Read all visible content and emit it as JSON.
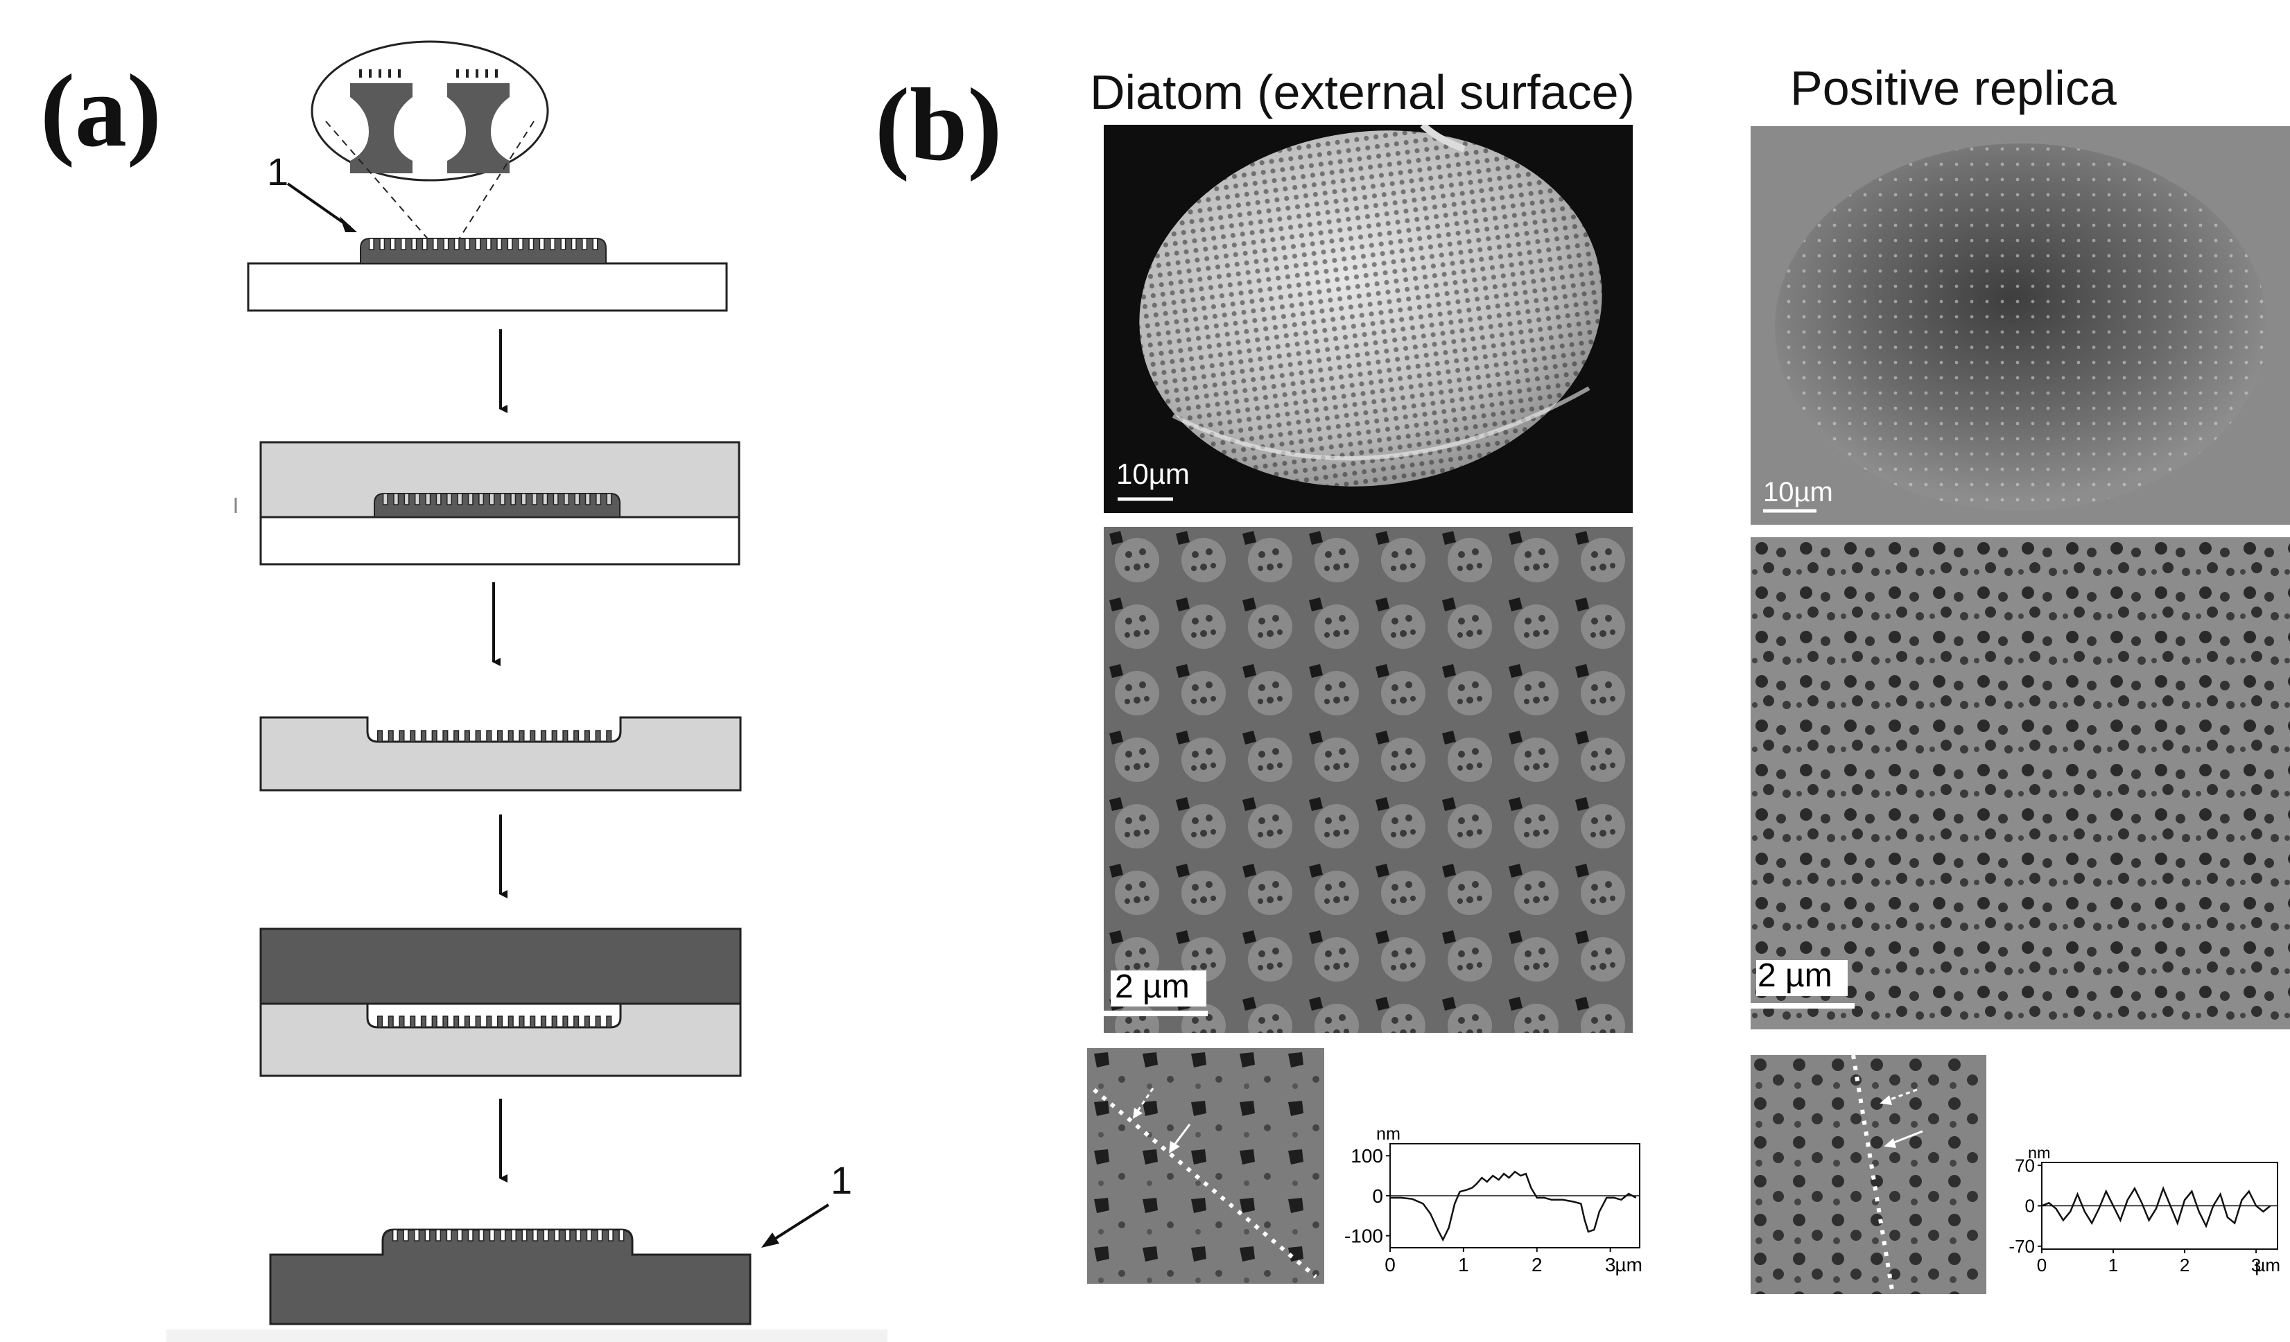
{
  "panel_a": {
    "label": "(a)",
    "callout_top": "1",
    "callout_bottom": "1"
  },
  "panel_b": {
    "label": "(b)",
    "col_left_title": "Diatom (external surface)",
    "col_right_title": "Positive replica",
    "sem_left_scale": "10µm",
    "sem_right_scale": "10µm",
    "afm_left_scale": "2 µm",
    "afm_right_scale": "2 µm"
  },
  "colors": {
    "dark_fill": "#5a5a5a",
    "light_fill": "#d4d4d4",
    "outline": "#222222"
  },
  "chart_data": [
    {
      "type": "line",
      "ylabel": "nm",
      "xlabel": "µm",
      "x_ticks": [
        "0",
        "1",
        "2",
        "3"
      ],
      "y_ticks": [
        "100",
        "0",
        "-100"
      ],
      "xlim": [
        0,
        3.4
      ],
      "ylim": [
        -130,
        130
      ],
      "series": [
        {
          "x": [
            0,
            0.15,
            0.3,
            0.45,
            0.55,
            0.65,
            0.72,
            0.8,
            0.88,
            0.95,
            1.05,
            1.12,
            1.18,
            1.25,
            1.32,
            1.4,
            1.48,
            1.55,
            1.62,
            1.7,
            1.78,
            1.85,
            1.92,
            2.0,
            2.1,
            2.2,
            2.35,
            2.5,
            2.6,
            2.65,
            2.7,
            2.78,
            2.85,
            2.95,
            3.05,
            3.15,
            3.25,
            3.35
          ],
          "y": [
            -5,
            -5,
            -8,
            -20,
            -45,
            -85,
            -110,
            -80,
            -20,
            10,
            15,
            20,
            30,
            45,
            35,
            50,
            40,
            55,
            45,
            60,
            50,
            55,
            20,
            -5,
            -5,
            -10,
            -10,
            -15,
            -20,
            -60,
            -90,
            -85,
            -40,
            -5,
            -5,
            -10,
            5,
            -5
          ]
        }
      ]
    },
    {
      "type": "line",
      "ylabel": "nm",
      "xlabel": "µm",
      "x_ticks": [
        "0",
        "1",
        "2",
        "3"
      ],
      "y_ticks": [
        "70",
        "0",
        "-70"
      ],
      "xlim": [
        0,
        3.3
      ],
      "ylim": [
        -75,
        75
      ],
      "series": [
        {
          "x": [
            0,
            0.1,
            0.2,
            0.3,
            0.4,
            0.5,
            0.6,
            0.7,
            0.8,
            0.9,
            1.0,
            1.1,
            1.2,
            1.3,
            1.4,
            1.5,
            1.6,
            1.7,
            1.8,
            1.9,
            2.0,
            2.1,
            2.2,
            2.3,
            2.4,
            2.5,
            2.6,
            2.7,
            2.8,
            2.9,
            3.0,
            3.1,
            3.2
          ],
          "y": [
            0,
            5,
            -5,
            -25,
            -10,
            20,
            -10,
            -30,
            -5,
            25,
            0,
            -25,
            10,
            30,
            5,
            -25,
            -5,
            30,
            0,
            -30,
            10,
            25,
            -10,
            -35,
            0,
            20,
            -20,
            -30,
            10,
            25,
            0,
            -10,
            0
          ]
        }
      ]
    }
  ]
}
